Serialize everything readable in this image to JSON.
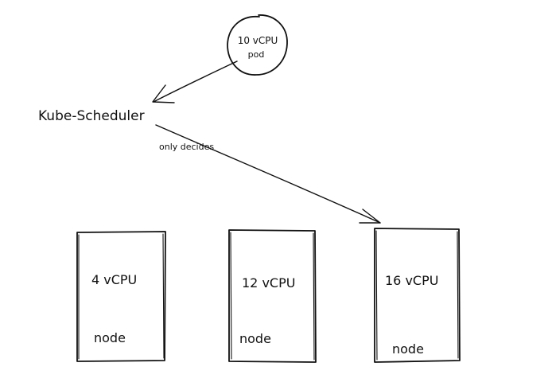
{
  "pod": {
    "line1": "10 vCPU",
    "line2": "pod"
  },
  "scheduler": {
    "label": "Kube-Scheduler"
  },
  "decision_arrow": {
    "label": "only decides"
  },
  "nodes": [
    {
      "cpu": "4 vCPU",
      "label": "node"
    },
    {
      "cpu": "12 vCPU",
      "label": "node"
    },
    {
      "cpu": "16 vCPU",
      "label": "node"
    }
  ],
  "colors": {
    "ink": "#111111",
    "background": "#ffffff"
  }
}
